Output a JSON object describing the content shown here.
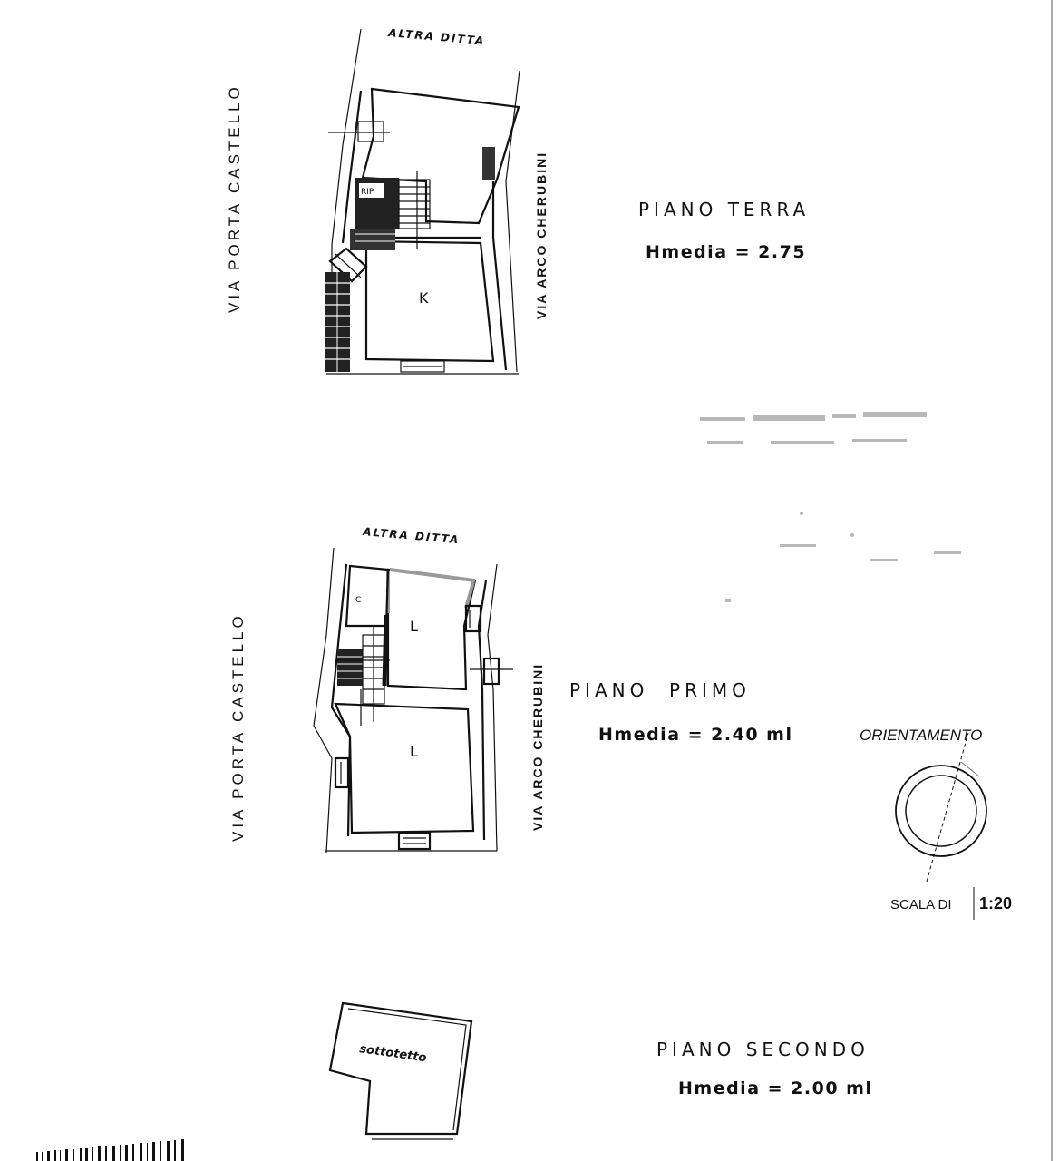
{
  "floors": [
    {
      "title": "PIANO TERRA",
      "height": "Hmedia = 2.75",
      "streets": {
        "top": "ALTRA DITTA",
        "left": "VIA PORTA CASTELLO",
        "right": "VIA ARCO CHERUBINI"
      },
      "rooms": [
        "K"
      ],
      "small_label": "RIP"
    },
    {
      "title": "PIANO  PRIMO",
      "height": "Hmedia = 2.40 ml",
      "streets": {
        "top": "ALTRA DITTA",
        "left": "VIA PORTA CASTELLO",
        "right": "VIA ARCO CHERUBINI"
      },
      "rooms": [
        "L",
        "L"
      ],
      "small_label": "C"
    },
    {
      "title": "PIANO SECONDO",
      "height": "Hmedia = 2.00 ml",
      "rooms": [
        "sottotetto"
      ]
    }
  ],
  "orientation": {
    "label": "ORIENTAMENTO",
    "icon": "compass-icon"
  },
  "scale": {
    "prefix": "SCALA DI",
    "value": "1:20"
  }
}
